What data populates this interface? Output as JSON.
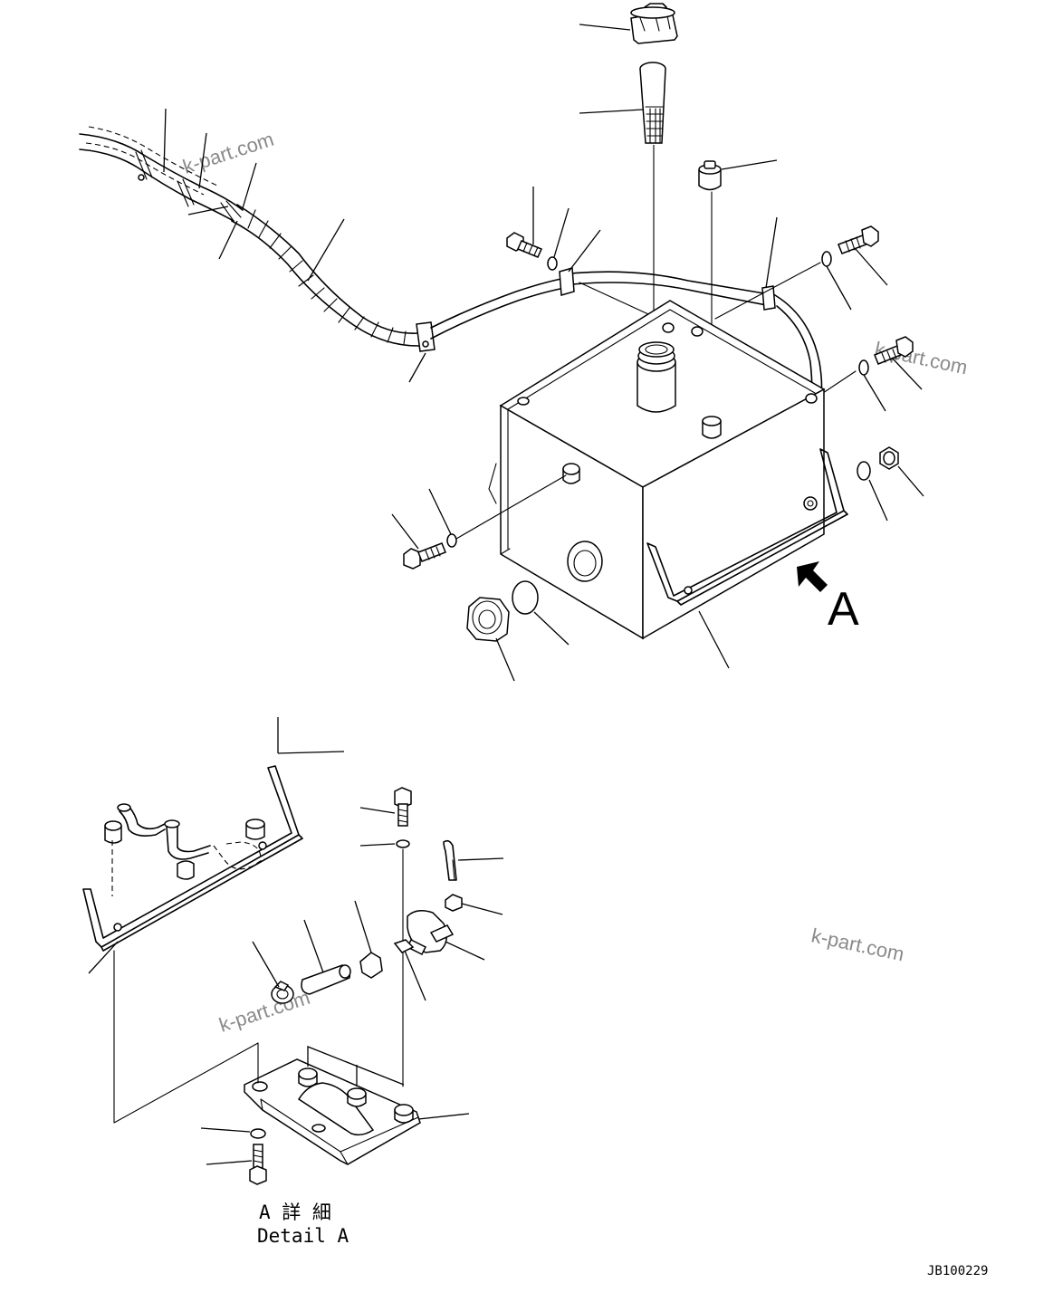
{
  "watermark": "k-part.com",
  "view_marker": "A",
  "detail_title_jp": "A 詳 細",
  "detail_title_en": "Detail A",
  "drawing_code": "JB100229"
}
